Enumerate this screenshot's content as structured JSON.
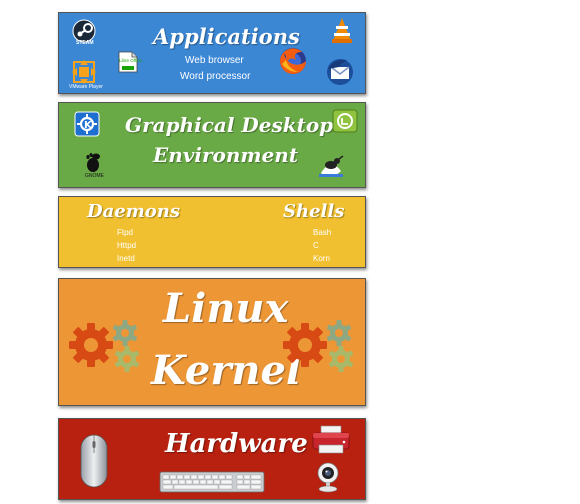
{
  "layers": {
    "applications": {
      "title": "Applications",
      "items": [
        "Web browser",
        "Word processor"
      ],
      "color": "#3b87d4",
      "icons": [
        "steam-icon",
        "libreoffice-icon",
        "vmware-player-icon",
        "firefox-icon",
        "vlc-icon",
        "thunderbird-icon"
      ],
      "icon_labels": {
        "steam": "STEAM",
        "libreoffice": "Libre Office",
        "vmware": "VMware Player"
      }
    },
    "desktop": {
      "title_line1": "Graphical Desktop",
      "title_line2": "Environment",
      "color": "#6aaa46",
      "icons": [
        "kde-icon",
        "gnome-icon",
        "mint-icon",
        "xfce-icon"
      ],
      "icon_labels": {
        "gnome": "GNOME"
      }
    },
    "services": {
      "daemons_title": "Daemons",
      "daemons": [
        "Ftpd",
        "Httpd",
        "Inetd"
      ],
      "shells_title": "Shells",
      "shells": [
        "Bash",
        "C",
        "Korn"
      ],
      "color": "#f0c030"
    },
    "kernel": {
      "title_line1": "Linux",
      "title_line2": "Kernel",
      "color": "#ed9636",
      "icons": [
        "gears-icon",
        "gears-icon"
      ]
    },
    "hardware": {
      "title": "Hardware",
      "color": "#b8200f",
      "icons": [
        "mouse-icon",
        "keyboard-icon",
        "printer-icon",
        "webcam-icon"
      ]
    }
  }
}
